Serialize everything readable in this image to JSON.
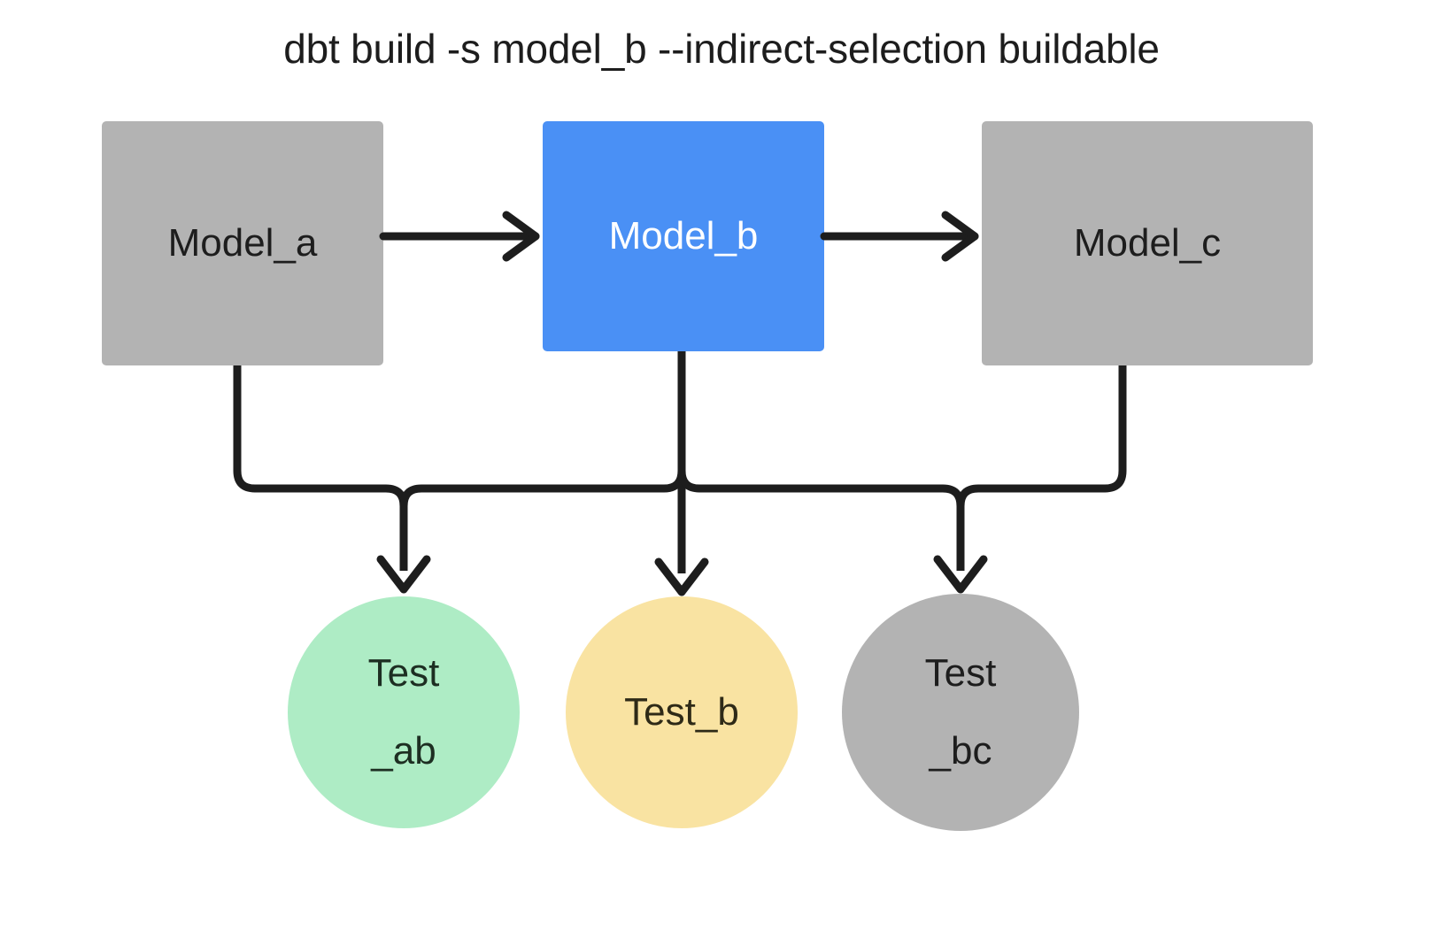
{
  "diagram": {
    "title": "dbt build -s model_b --indirect-selection buildable",
    "background_color": "#ffffff",
    "edge_color": "#1d1d1d",
    "colors": {
      "gray": "#b3b3b3",
      "blue": "#4a90f5",
      "green": "#aeecc5",
      "yellow": "#f9e3a2",
      "text_dark": "#1d1d1d",
      "text_light": "#ffffff"
    },
    "models": [
      {
        "id": "model_a",
        "label": "Model_a",
        "shape": "rectangle",
        "fill": "#b3b3b3",
        "text_color": "#1d1d1d",
        "selected": false
      },
      {
        "id": "model_b",
        "label": "Model_b",
        "shape": "rectangle",
        "fill": "#4a90f5",
        "text_color": "#ffffff",
        "selected": true
      },
      {
        "id": "model_c",
        "label": "Model_c",
        "shape": "rectangle",
        "fill": "#b3b3b3",
        "text_color": "#1d1d1d",
        "selected": false
      }
    ],
    "tests": [
      {
        "id": "test_ab",
        "label": "Test\n_ab",
        "line1": "Test",
        "line2": "_ab",
        "shape": "circle",
        "fill": "#aeecc5",
        "text_color": "#1d2e22",
        "selected": true
      },
      {
        "id": "test_b",
        "label": "Test_b",
        "line1": "Test_b",
        "line2": "",
        "shape": "circle",
        "fill": "#f9e3a2",
        "text_color": "#2e2a17",
        "selected": true
      },
      {
        "id": "test_bc",
        "label": "Test\n_bc",
        "line1": "Test",
        "line2": "_bc",
        "shape": "circle",
        "fill": "#b3b3b3",
        "text_color": "#1d1d1d",
        "selected": false
      }
    ],
    "edges": [
      {
        "from": "model_a",
        "to": "model_b",
        "style": "arrow-right"
      },
      {
        "from": "model_b",
        "to": "model_c",
        "style": "arrow-right"
      },
      {
        "from": "model_a",
        "to": "test_ab",
        "style": "elbow-down"
      },
      {
        "from": "model_b",
        "to": "test_ab",
        "style": "elbow-down"
      },
      {
        "from": "model_b",
        "to": "test_b",
        "style": "straight-down"
      },
      {
        "from": "model_b",
        "to": "test_bc",
        "style": "elbow-down"
      },
      {
        "from": "model_c",
        "to": "test_bc",
        "style": "elbow-down"
      }
    ]
  }
}
